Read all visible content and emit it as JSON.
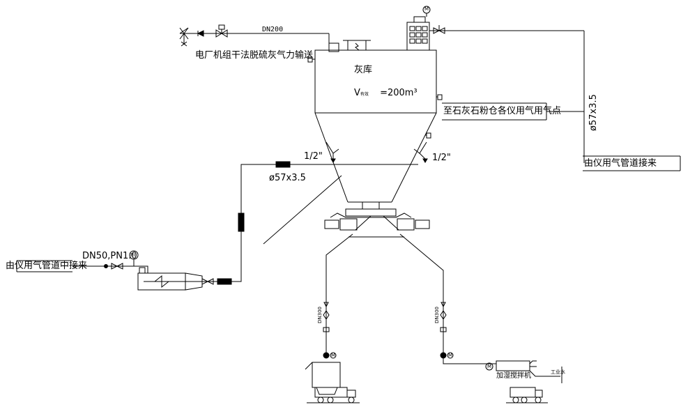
{
  "labels": {
    "dn200": "DN200",
    "power_plant_feed": "电厂机组干法脱硫灰气力输送",
    "silo_name": "灰库",
    "silo_volume_prefix": "V",
    "silo_volume_sub": "有效",
    "silo_volume_value": "=200m³",
    "limestone_supply": "至石灰石粉仓各仪用气用气点",
    "pipe_spec_right": "ø57x3.5",
    "instrument_air_from_right": "由仪用气管道接来",
    "nozzle_left": "1/2\"",
    "nozzle_right": "1/2\"",
    "pipe_spec_left": "ø57x3.5",
    "dn50_pn": "DN50,PN1.0",
    "pi_tag": "PI",
    "instrument_air_from_left": "由仪用气管道中接来",
    "dn300_left": "DN300",
    "dn300_right": "DN300",
    "humidifier_mixer": "加湿搅拌机",
    "process_water": "工业水",
    "motor_tag": "M"
  }
}
